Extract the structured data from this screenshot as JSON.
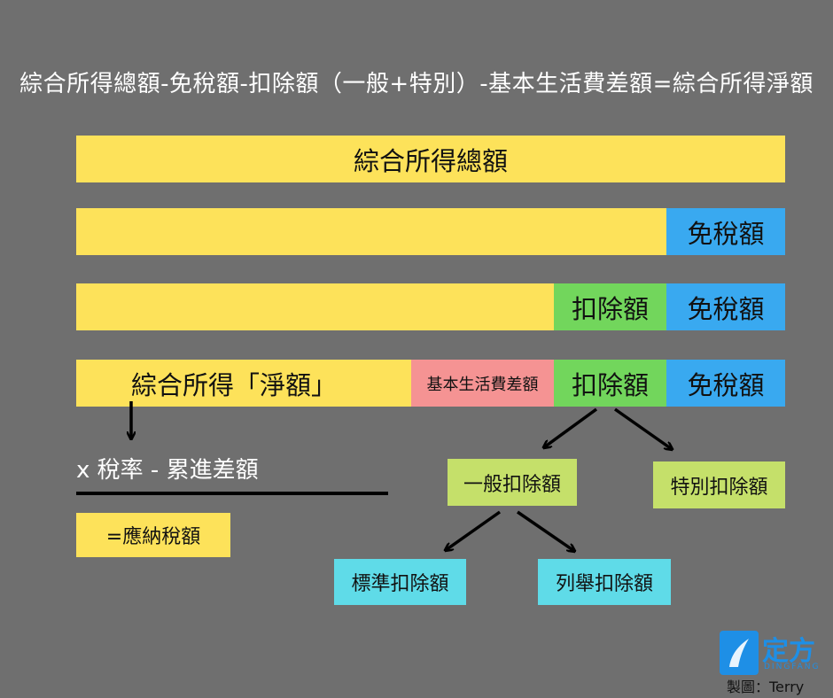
{
  "formula": "綜合所得總額-免稅額-扣除額（一般+特別）-基本生活費差額=綜合所得淨額",
  "row1": {
    "gross": "綜合所得總額"
  },
  "row2": {
    "exemption": "免稅額"
  },
  "row3": {
    "deduction": "扣除額",
    "exemption": "免稅額"
  },
  "row4": {
    "net": "綜合所得「淨額」",
    "basic_living": "基本生活費差額",
    "deduction": "扣除額",
    "exemption": "免稅額"
  },
  "calc": {
    "line": "x 稅率 - 累進差額",
    "result": "=應納稅額"
  },
  "tree": {
    "general": "一般扣除額",
    "special": "特別扣除額",
    "standard": "標準扣除額",
    "itemized": "列舉扣除額"
  },
  "brand": {
    "name_cn": "定方",
    "name_en": "DINGFANG",
    "credit": "製圖：Terry"
  },
  "colors": {
    "background": "#6f6f6f",
    "yellow": "#fde25a",
    "blue": "#39a9f0",
    "green": "#72d65c",
    "pink": "#f59393",
    "lime": "#c5e06a",
    "cyan": "#5fdbe8"
  }
}
